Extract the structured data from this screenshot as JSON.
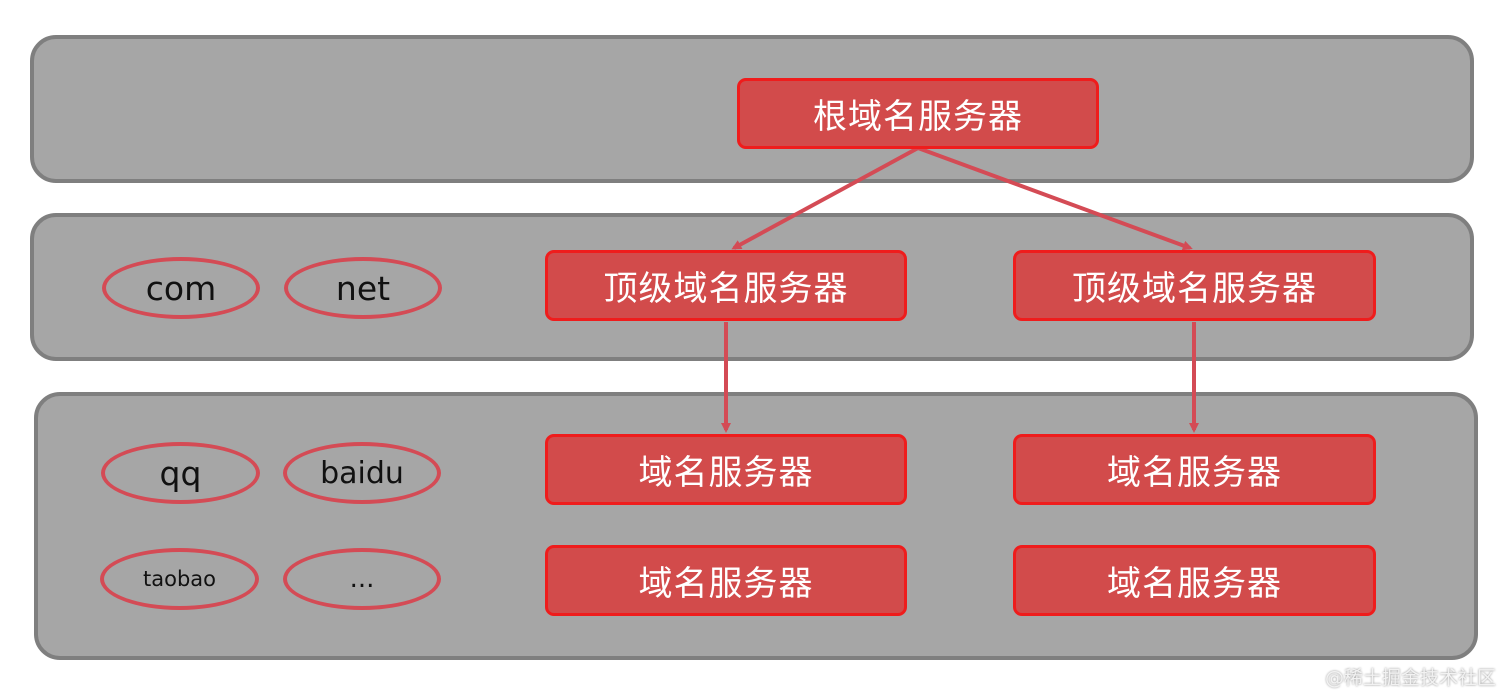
{
  "colors": {
    "band_fill": "#a6a6a6",
    "band_border": "#7f7f7f",
    "server_fill": "#d24b4b",
    "server_border": "#ef1c1c",
    "oval_border": "#d44b55",
    "arrow": "#d44b55"
  },
  "root": {
    "label": "根域名服务器"
  },
  "top_level": {
    "tags": [
      "com",
      "net"
    ],
    "servers": [
      "顶级域名服务器",
      "顶级域名服务器"
    ]
  },
  "second_level": {
    "tags": [
      "qq",
      "baidu",
      "taobao",
      "..."
    ],
    "servers": [
      "域名服务器",
      "域名服务器",
      "域名服务器",
      "域名服务器"
    ]
  },
  "watermark": "@稀土掘金技术社区"
}
